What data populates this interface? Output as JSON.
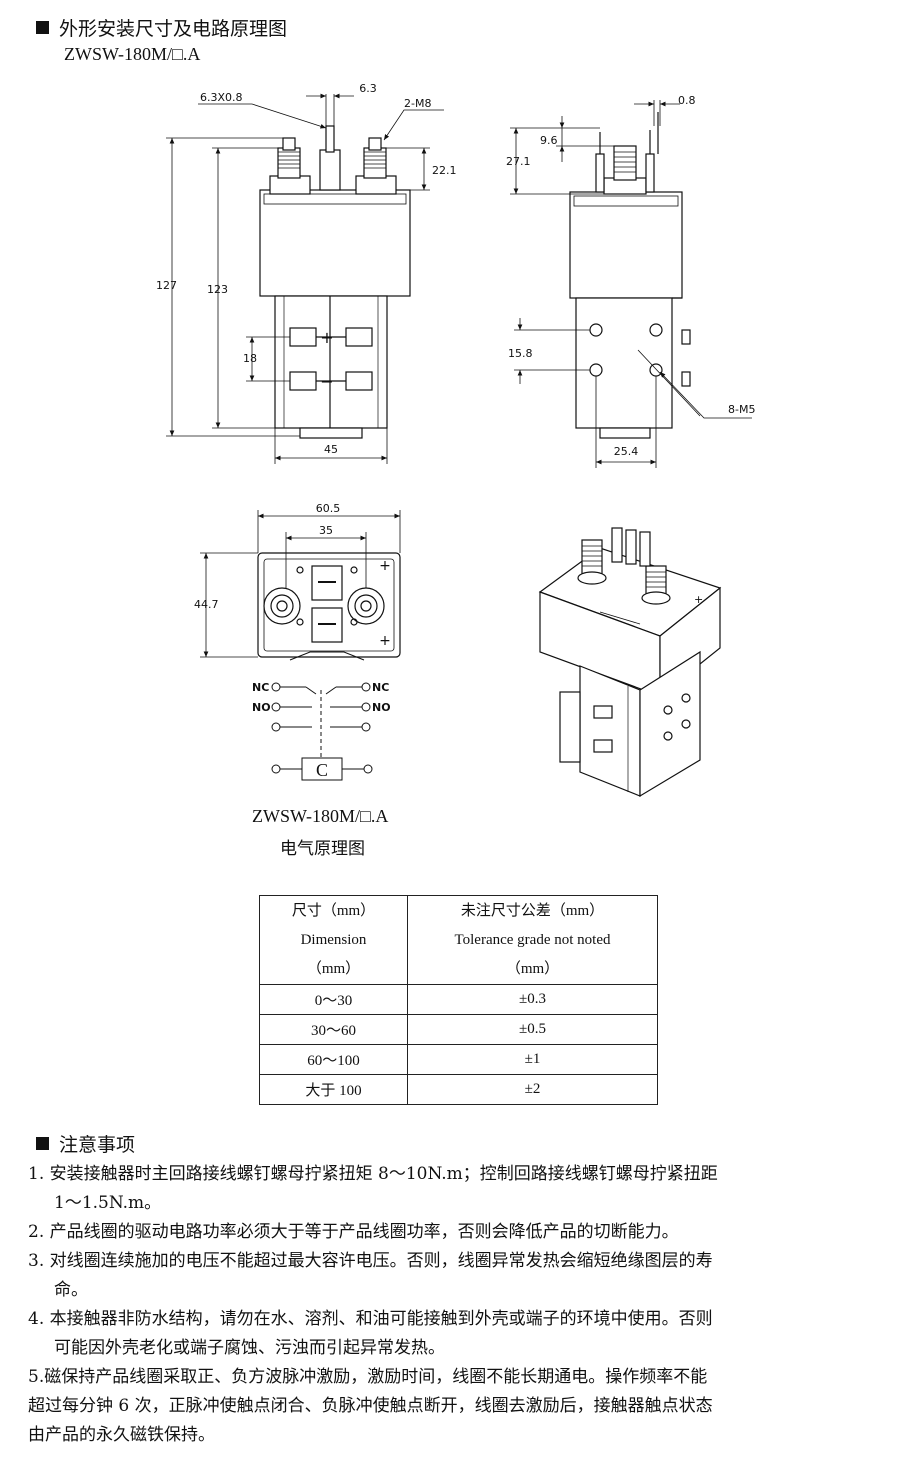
{
  "section1": {
    "title": "外形安装尺寸及电路原理图",
    "model": "ZWSW-180M/□.A"
  },
  "dims": {
    "d_6_3x0_8": "6.3X0.8",
    "d_6_3": "6.3",
    "d_2_m8": "2-M8",
    "d_22_1": "22.1",
    "d_127": "127",
    "d_123": "123",
    "d_18": "18",
    "d_45": "45",
    "d_0_8": "0.8",
    "d_9_6": "9.6",
    "d_27_1": "27.1",
    "d_15_8": "15.8",
    "d_8_m5": "8-M5",
    "d_25_4": "25.4",
    "d_60_5": "60.5",
    "d_35": "35",
    "d_44_7": "44.7",
    "plus": "+",
    "minus": "−"
  },
  "circuit": {
    "nc": "NC",
    "no": "NO",
    "coil": "C",
    "model": "ZWSW-180M/□.A",
    "caption": "电气原理图"
  },
  "tolerance_table": {
    "header_left": [
      "尺寸（mm）",
      "Dimension",
      "（mm）"
    ],
    "header_right": [
      "未注尺寸公差（mm）",
      "Tolerance grade not noted",
      "（mm）"
    ],
    "rows": [
      {
        "range": "0～30",
        "tol": "±0.3"
      },
      {
        "range": "30～60",
        "tol": "±0.5"
      },
      {
        "range": "60～100",
        "tol": "±1"
      },
      {
        "range": "大于 100",
        "tol": "±2"
      }
    ]
  },
  "notes": {
    "title": "注意事项",
    "n1a": "1. 安装接触器时主回路接线螺钉螺母拧紧扭矩 8～10N.m；控制回路接线螺钉螺母拧紧扭距",
    "n1b": "1～1.5N.m。",
    "n2": "2. 产品线圈的驱动电路功率必须大于等于产品线圈功率，否则会降低产品的切断能力。",
    "n3a": "3. 对线圈连续施加的电压不能超过最大容许电压。否则，线圈异常发热会缩短绝缘图层的寿",
    "n3b": "命。",
    "n4a": "4. 本接触器非防水结构，请勿在水、溶剂、和油可能接触到外壳或端子的环境中使用。否则",
    "n4b": "可能因外壳老化或端子腐蚀、污浊而引起异常发热。",
    "n5a": "5.磁保持产品线圈采取正、负方波脉冲激励，激励时间，线圈不能长期通电。操作频率不能",
    "n5b": "超过每分钟 6 次，正脉冲使触点闭合、负脉冲使触点断开，线圈去激励后，接触器触点状态",
    "n5c": "由产品的永久磁铁保持。"
  }
}
